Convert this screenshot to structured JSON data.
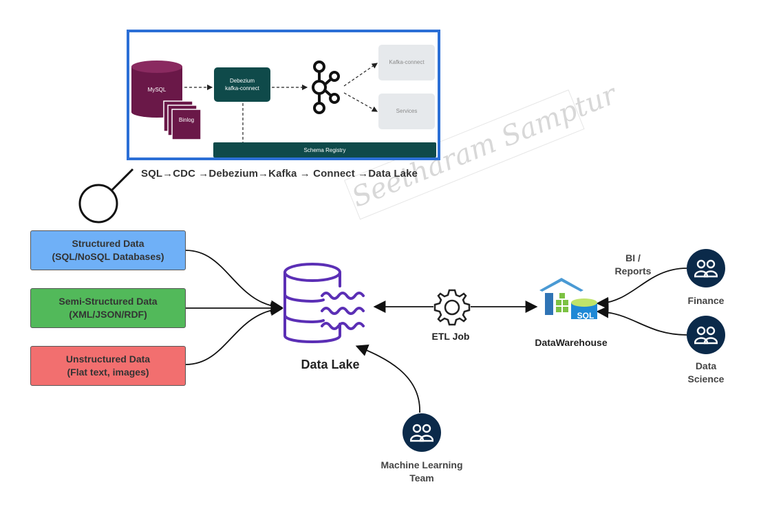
{
  "inset": {
    "mysql_label": "MySQL",
    "binlog_label": "Binlog",
    "debezium_label_line1": "Debezium",
    "debezium_label_line2": "kafka-connect",
    "kafka_connect_label": "Kafka-connect",
    "services_label": "Services",
    "schema_registry_label": "Schema Registry"
  },
  "pipeline_caption": "SQL→CDC →Debezium→Kafka → Connect →Data Lake",
  "sources": {
    "structured_line1": "Structured Data",
    "structured_line2": "(SQL/NoSQL Databases)",
    "semi_line1": "Semi-Structured Data",
    "semi_line2": "(XML/JSON/RDF)",
    "unstructured_line1": "Unstructured Data",
    "unstructured_line2": "(Flat text, images)"
  },
  "data_lake_label": "Data Lake",
  "etl_label": "ETL Job",
  "warehouse": {
    "label": "DataWarehouse",
    "sql_badge": "SQL"
  },
  "bi_reports_line1": "BI /",
  "bi_reports_line2": "Reports",
  "finance_label": "Finance",
  "data_science_line1": "Data",
  "data_science_line2": "Science",
  "ml_team_line1": "Machine Learning",
  "ml_team_line2": "Team",
  "watermark": "Seetharam Samptur",
  "colors": {
    "inset_border": "#2b6fd6",
    "mysql": "#6a1848",
    "teal": "#0f4a4a",
    "structured": "#6fb0f7",
    "semi_structured": "#52b95a",
    "unstructured": "#f26f6f",
    "data_lake": "#5b2fb5",
    "user_icon": "#0b2a4a"
  }
}
